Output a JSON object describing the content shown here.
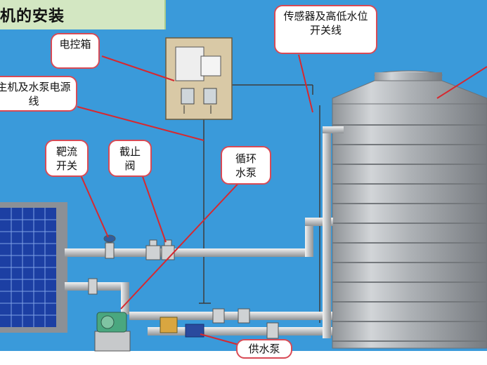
{
  "title": "机的安装",
  "labels": {
    "control_box": "电控箱",
    "sensor": "传感器及高低水位开关线",
    "power_line": "主机及水泵电源线",
    "flow_switch": "靶流开关",
    "stop_valve": "截止阀",
    "circ_pump": "循环水泵",
    "supply_pump": "供水泵"
  },
  "colors": {
    "background": "#3498db",
    "callout_border": "#d84a55",
    "leader": "#d7282f",
    "tank": "#b9bec2",
    "pipe": "#d9dadb",
    "title_band": "#d3e7c2"
  }
}
